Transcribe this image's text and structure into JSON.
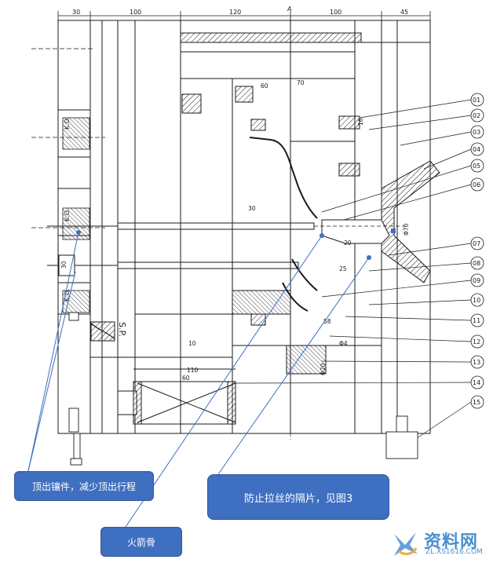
{
  "dimensions_top": [
    "30",
    "100",
    "120",
    "100",
    "45"
  ],
  "center_mark": "A",
  "part_numbers": [
    "01",
    "02",
    "03",
    "04",
    "05",
    "06",
    "07",
    "08",
    "09",
    "10",
    "11",
    "12",
    "13",
    "14",
    "15"
  ],
  "labels": {
    "kd1": "K.O.",
    "kd2": "K.O.",
    "kd3": "K.O.",
    "sp": "S.P.",
    "d60": "60",
    "d70": "70",
    "d30": "30",
    "d25": "25",
    "d20": "20",
    "d58": "58",
    "d110": "110",
    "d60b": "60",
    "d10": "10",
    "d16": "16",
    "phi70": "Φ70",
    "phi20": "Φ20",
    "phi4": "Φ4",
    "d30b": "30"
  },
  "callouts": {
    "ejector_insert": "顶出镶件，减少顶出行程",
    "anti_stringing": "防止拉丝的隔片，见图3",
    "rocket_rib": "火箭骨"
  },
  "watermark": {
    "main": "资料网",
    "sub": "ZL.XS1616.COM"
  },
  "colors": {
    "line": "#1a1a1a",
    "callout_fill": "#3f6fc0",
    "leader": "#3f6fc0",
    "watermark": "#4c8fcf"
  }
}
